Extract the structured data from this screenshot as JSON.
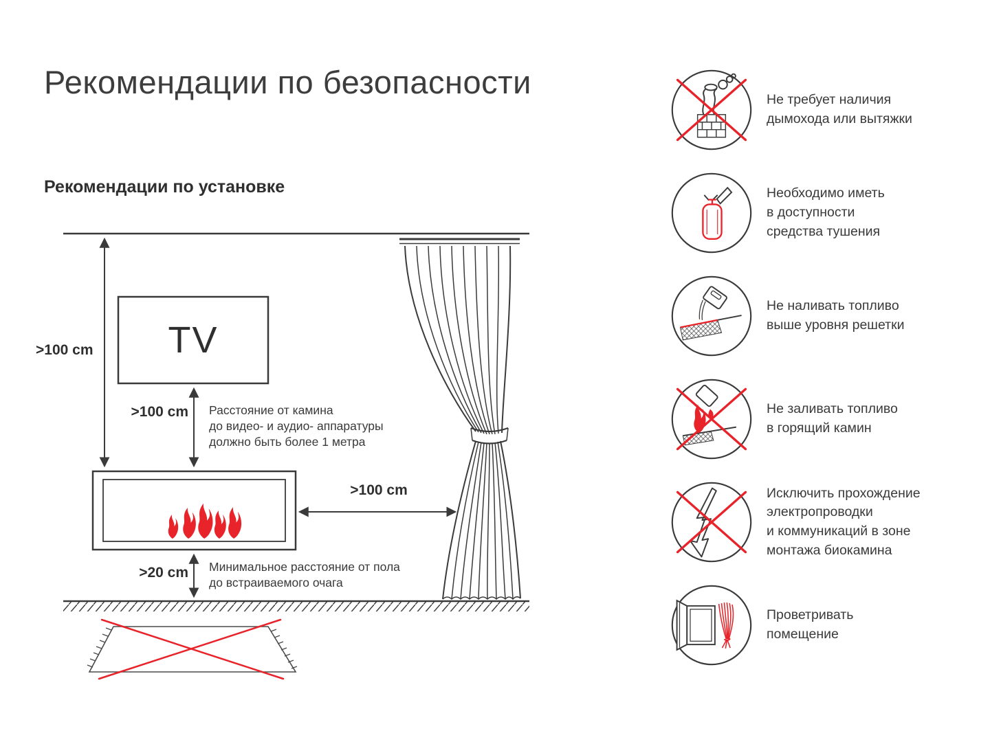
{
  "title": "Рекомендации по безопасности",
  "subtitle": "Рекомендации по установке",
  "colors": {
    "line": "#3a3a3a",
    "accent_red": "#e8232a"
  },
  "diagram": {
    "tv_label": "TV",
    "dim_wall_height": ">100 cm",
    "dim_tv_to_fireplace": ">100 cm",
    "dim_fireplace_to_curtain": ">100 cm",
    "dim_floor_to_fireplace": ">20 cm",
    "note_equipment": "Расстояние от камина\nдо видео- и аудио- аппаратуры\nдолжно быть более 1 метра",
    "note_floor": "Минимальное расстояние от пола\nдо встраиваемого очага"
  },
  "safety_items": [
    {
      "icon": "no-chimney-icon",
      "label": "Не требует наличия\nдымохода или вытяжки"
    },
    {
      "icon": "fire-extinguisher-icon",
      "label": "Необходимо иметь\nв доступности\nсредства тушения"
    },
    {
      "icon": "fuel-grate-level-icon",
      "label": "Не наливать топливо\nвыше уровня решетки"
    },
    {
      "icon": "no-refuel-burning-icon",
      "label": "Не заливать топливо\nв горящий камин"
    },
    {
      "icon": "no-electric-wiring-icon",
      "label": "Исключить прохождение\nэлектропроводки\nи коммуникаций в зоне\nмонтажа биокамина"
    },
    {
      "icon": "ventilate-room-icon",
      "label": "Проветривать\nпомещение"
    }
  ]
}
